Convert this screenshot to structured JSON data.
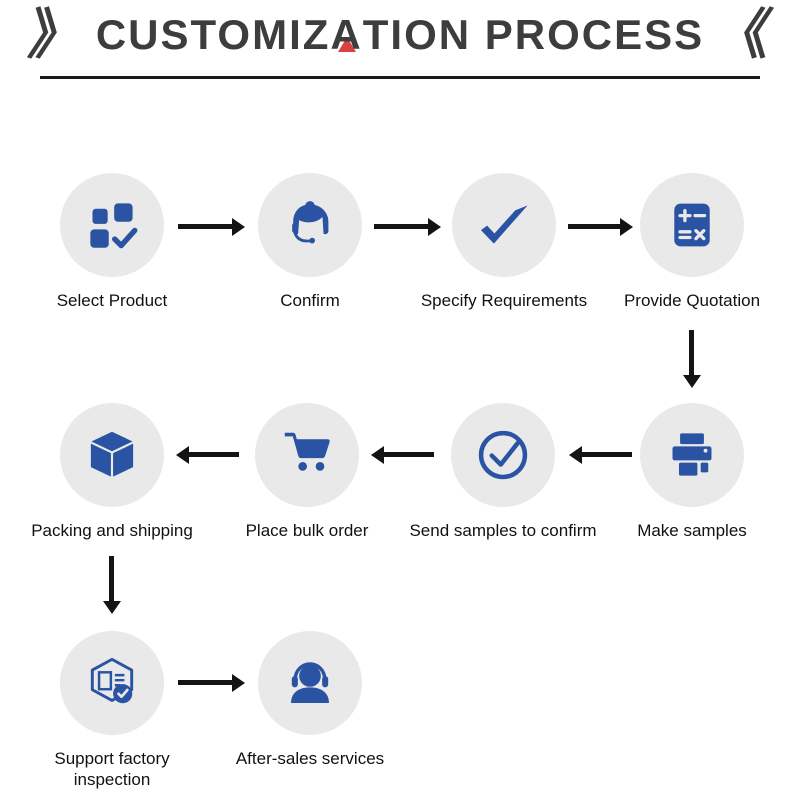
{
  "title": {
    "left_mark": "》",
    "part1": "CUSTOMIZ",
    "accent_letter": "A",
    "part2": "TION PROCESS",
    "right_mark": "《"
  },
  "colors": {
    "icon": "#2a53a3",
    "circle_bg": "#e9e9e9",
    "arrow": "#141414",
    "label": "#111111",
    "title": "#3d3d3d",
    "accent_red": "#d94040",
    "divider": "#1a1a1a"
  },
  "steps": [
    {
      "label": "Select Product",
      "icon": "grid-check-icon"
    },
    {
      "label": "Confirm",
      "icon": "support-agent-icon"
    },
    {
      "label": "Specify Requirements",
      "icon": "checkmark-icon"
    },
    {
      "label": "Provide Quotation",
      "icon": "calculator-icon"
    },
    {
      "label": "Make samples",
      "icon": "printer-icon"
    },
    {
      "label": "Send samples to confirm",
      "icon": "circle-check-icon"
    },
    {
      "label": "Place bulk order",
      "icon": "shopping-cart-icon"
    },
    {
      "label": "Packing and shipping",
      "icon": "package-box-icon"
    },
    {
      "label": "Support factory inspection",
      "icon": "factory-inspection-icon"
    },
    {
      "label": "After-sales services",
      "icon": "headset-person-icon"
    }
  ]
}
